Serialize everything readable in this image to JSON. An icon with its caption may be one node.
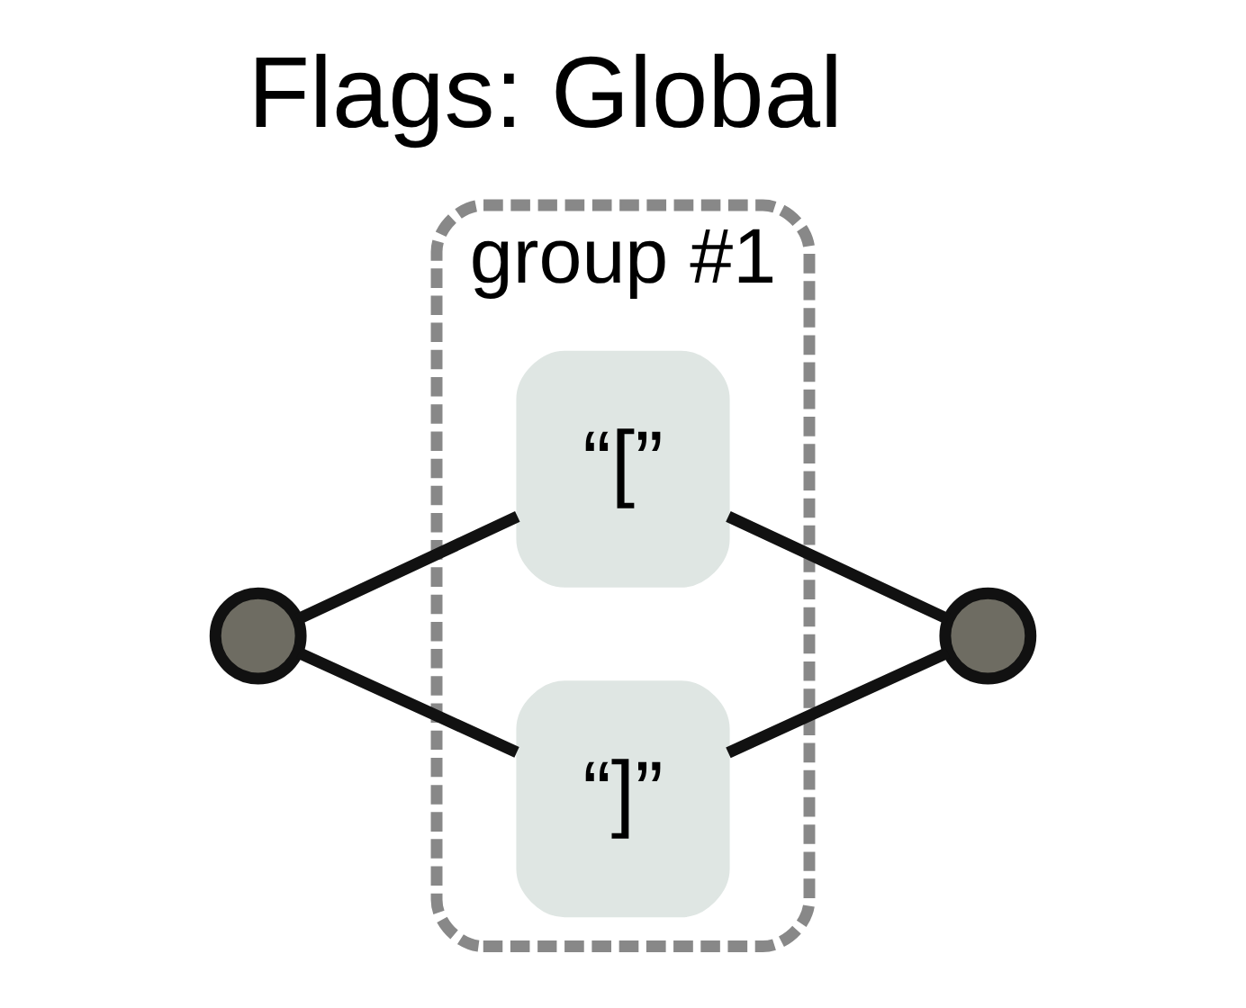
{
  "diagram": {
    "title": "Flags: Global",
    "nodes": [
      {
        "text": [],
        "shape": "circle"
      },
      {
        "text": [
          "group #1"
        ]
      },
      {
        "text": [
          "“[”"
        ],
        "in": 1
      },
      {
        "text": [
          "“]”"
        ],
        "in": 1
      },
      {
        "text": [],
        "shape": "circle"
      }
    ],
    "edges": [
      {
        "from": 0,
        "to": 2,
        "arrow": "none"
      },
      {
        "from": 0,
        "to": 3,
        "arrow": "none"
      },
      {
        "from": 2,
        "to": 4,
        "arrow": "none"
      },
      {
        "from": 3,
        "to": 4,
        "arrow": "none"
      }
    ]
  }
}
